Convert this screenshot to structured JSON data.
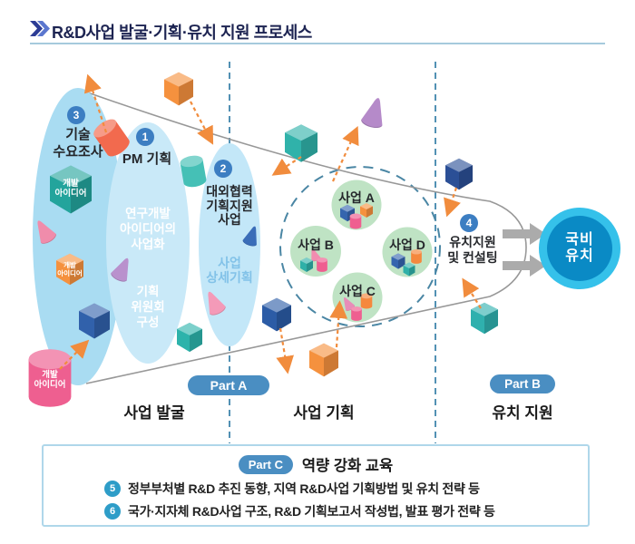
{
  "header": {
    "title": "R&D사업 발굴·기획·유치 지원 프로세스"
  },
  "funnel": {
    "stage3": {
      "badge": "3",
      "title": "기술\n수요조사"
    },
    "stage1": {
      "badge": "1",
      "title": "PM 기획",
      "body": "연구개발\n아이디어의\n사업화",
      "footer": "기획\n위원회\n구성"
    },
    "stage2": {
      "badge": "2",
      "title": "대외협력\n기획지원\n사업",
      "footer": "사업\n상세기획"
    },
    "stage4": {
      "badge": "4",
      "title": "유치지원\n및 컨설팅"
    },
    "goal": {
      "label": "국비\n유치"
    },
    "idea_label": "개발\n아이디어"
  },
  "projects": {
    "a": "사업 A",
    "b": "사업 B",
    "c": "사업 C",
    "d": "사업 D"
  },
  "sections": {
    "part_a": "Part A",
    "discover": "사업 발굴",
    "plan": "사업 기획",
    "part_b": "Part B",
    "attract": "유치 지원"
  },
  "education": {
    "part_c": "Part C",
    "title": "역량 강화 교육",
    "items": [
      {
        "num": "5",
        "text": "정부부처별 R&D 추진 동향, 지역 R&D사업 기획방법 및 유치 전략 등"
      },
      {
        "num": "6",
        "text": "국가·지자체 R&D사업 구조, R&D 기획보고서 작성법, 발표 평가 전략 등"
      }
    ]
  },
  "colors": {
    "text_navy": "#1d2452",
    "text_dark": "#25272b",
    "underline": "#a6cadd",
    "chevron_dark": "#2c3c95",
    "chevron_light": "#5b77cf",
    "ellipse_outer": "#a9dcf2",
    "ellipse_mid": "#c9e9f8",
    "ellipse_inner": "#c3e7f8",
    "badge_blue": "#3c7ec2",
    "pill_blue": "#4a8ec2",
    "edu_badge": "#2e9dc8",
    "goal_ring": "#35c1ea",
    "goal_core": "#0a8ac5",
    "green_circle": "#bfe3c4",
    "dash_line": "#5291b4",
    "dash_circle": "#4a86a4",
    "funnel_gray": "#989898",
    "arrow_orange": "#f18c3d",
    "block_arrow": "#ababab",
    "box_border": "#afd7ea",
    "footer_blue": "#82c2e8"
  }
}
